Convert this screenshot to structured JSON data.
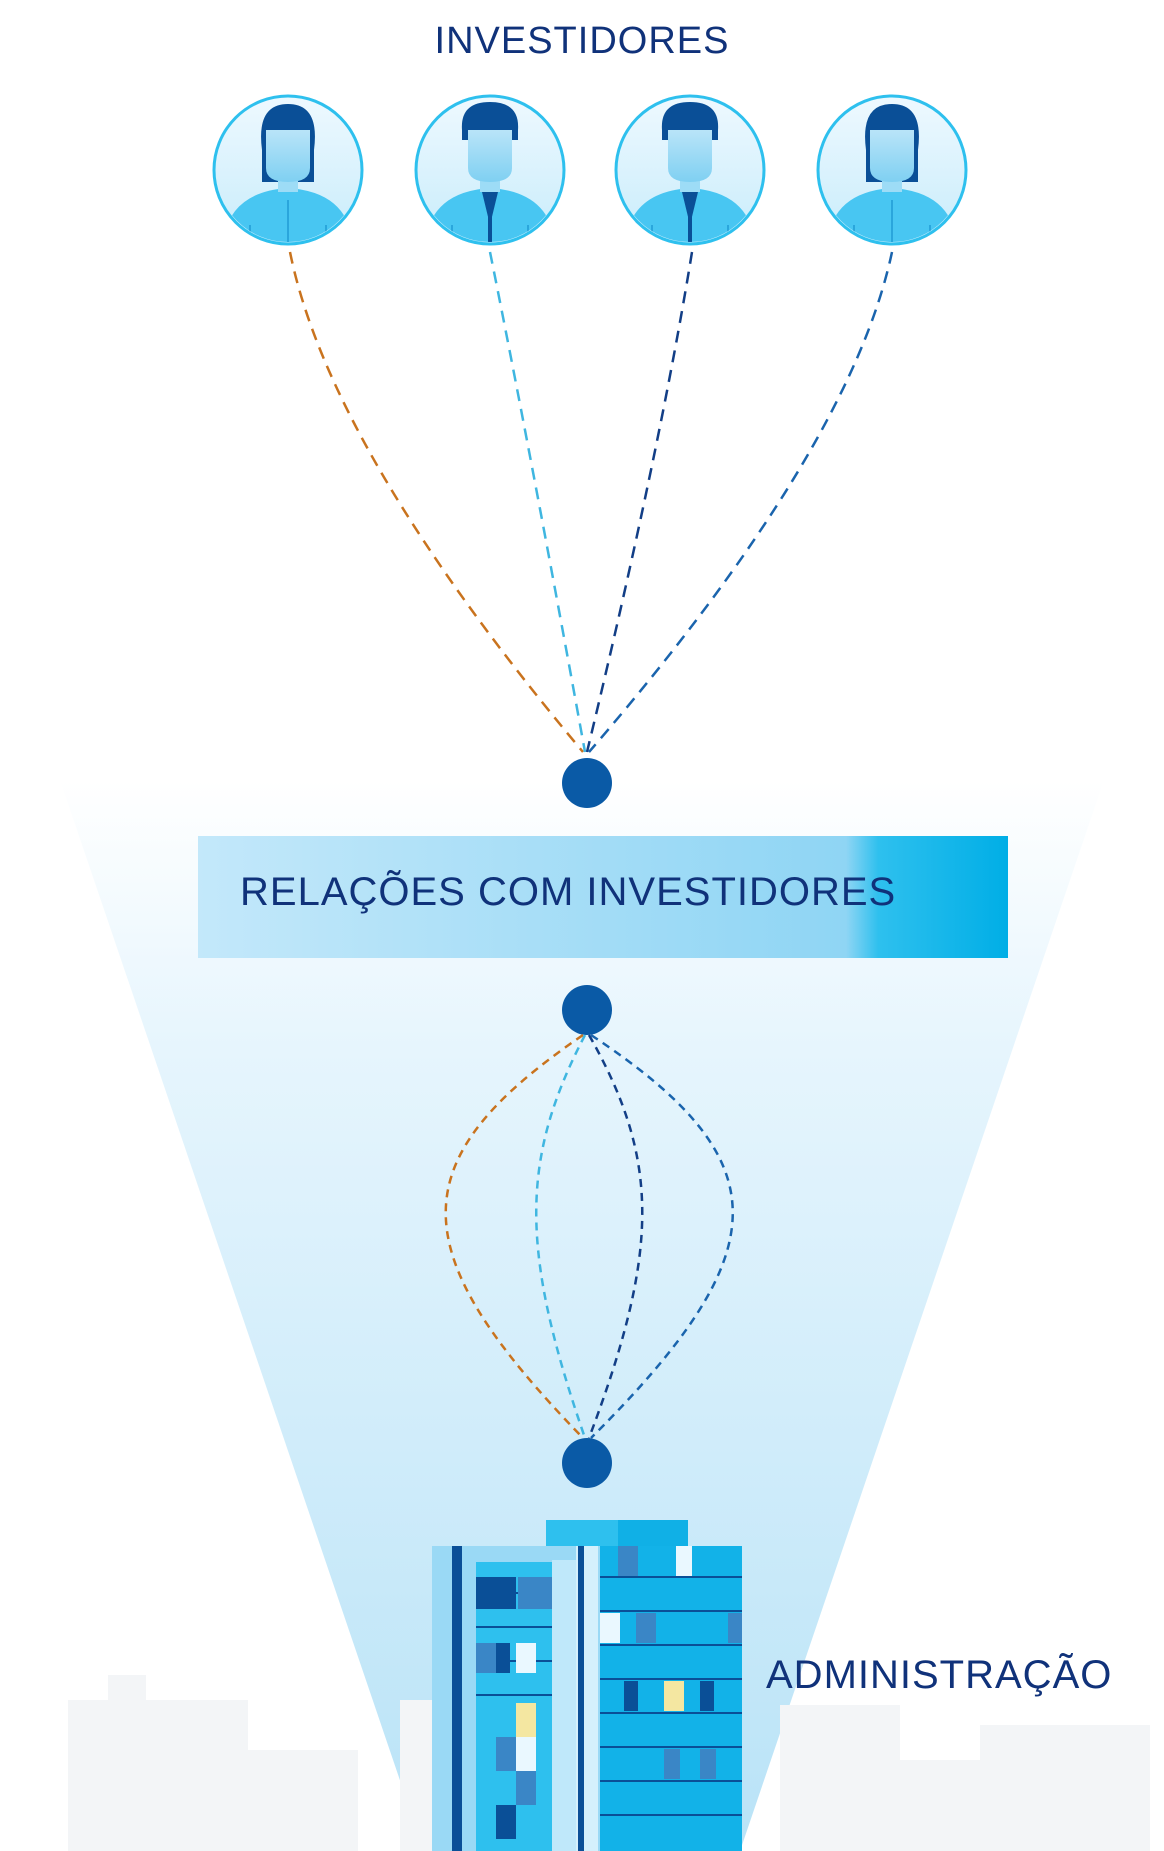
{
  "investors": {
    "title": "INVESTIDORES",
    "avatars": [
      {
        "kind": "female-investor-icon"
      },
      {
        "kind": "male-investor-icon"
      },
      {
        "kind": "male-investor-icon"
      },
      {
        "kind": "female-investor-icon"
      }
    ]
  },
  "relations": {
    "label": "RELAÇÕES COM INVESTIDORES"
  },
  "administration": {
    "label": "ADMINISTRAÇÃO"
  },
  "colors": {
    "navy_text": "#10327a",
    "node_blue": "#0a5aa6",
    "line_orange": "#c9731e",
    "line_light_blue": "#3fb6e0",
    "line_navy": "#123e86",
    "line_mid_blue": "#1a64ad",
    "cyan_accent": "#00aee6",
    "funnel_light": "#bfe6f8"
  }
}
